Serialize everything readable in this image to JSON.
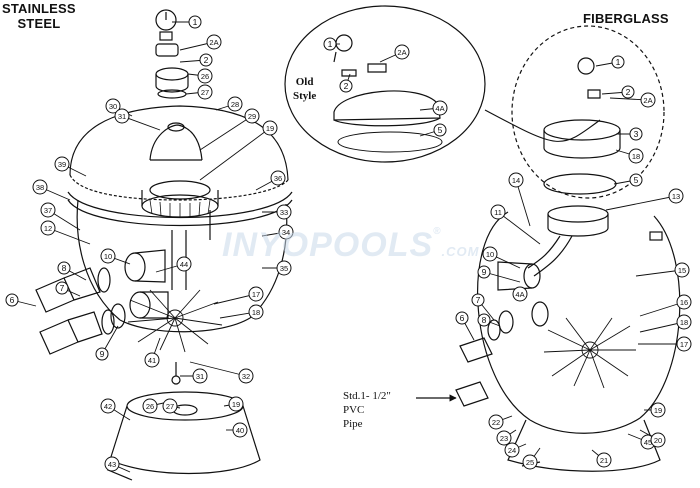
{
  "headings": {
    "left_line1": "STAINLESS",
    "left_line2": "STEEL",
    "right": "FIBERGLASS"
  },
  "inset_label_line1": "Old",
  "inset_label_line2": "Style",
  "pipe_note": {
    "line1": "Std.1- 1/2\"",
    "line2": "PVC",
    "line3": "Pipe"
  },
  "watermark": {
    "main": "INYOPOOLS",
    "reg": "®",
    "suffix": ".COM"
  },
  "callouts_left": [
    "1",
    "2A",
    "2",
    "26",
    "27",
    "28",
    "30",
    "31",
    "29",
    "19",
    "39",
    "36",
    "38",
    "37",
    "33",
    "12",
    "34",
    "10",
    "44",
    "35",
    "7",
    "8",
    "6",
    "17",
    "18",
    "9",
    "41",
    "31",
    "32",
    "26",
    "27",
    "19",
    "42",
    "40",
    "43"
  ],
  "callouts_inset": [
    "1",
    "2A",
    "2",
    "4A",
    "5"
  ],
  "callouts_right": [
    "1",
    "2",
    "2A",
    "3",
    "18",
    "5",
    "13",
    "14",
    "11",
    "10",
    "9",
    "4A",
    "15",
    "7",
    "8",
    "16",
    "18",
    "17",
    "6",
    "19",
    "22",
    "23",
    "24",
    "25",
    "21",
    "45",
    "20"
  ]
}
